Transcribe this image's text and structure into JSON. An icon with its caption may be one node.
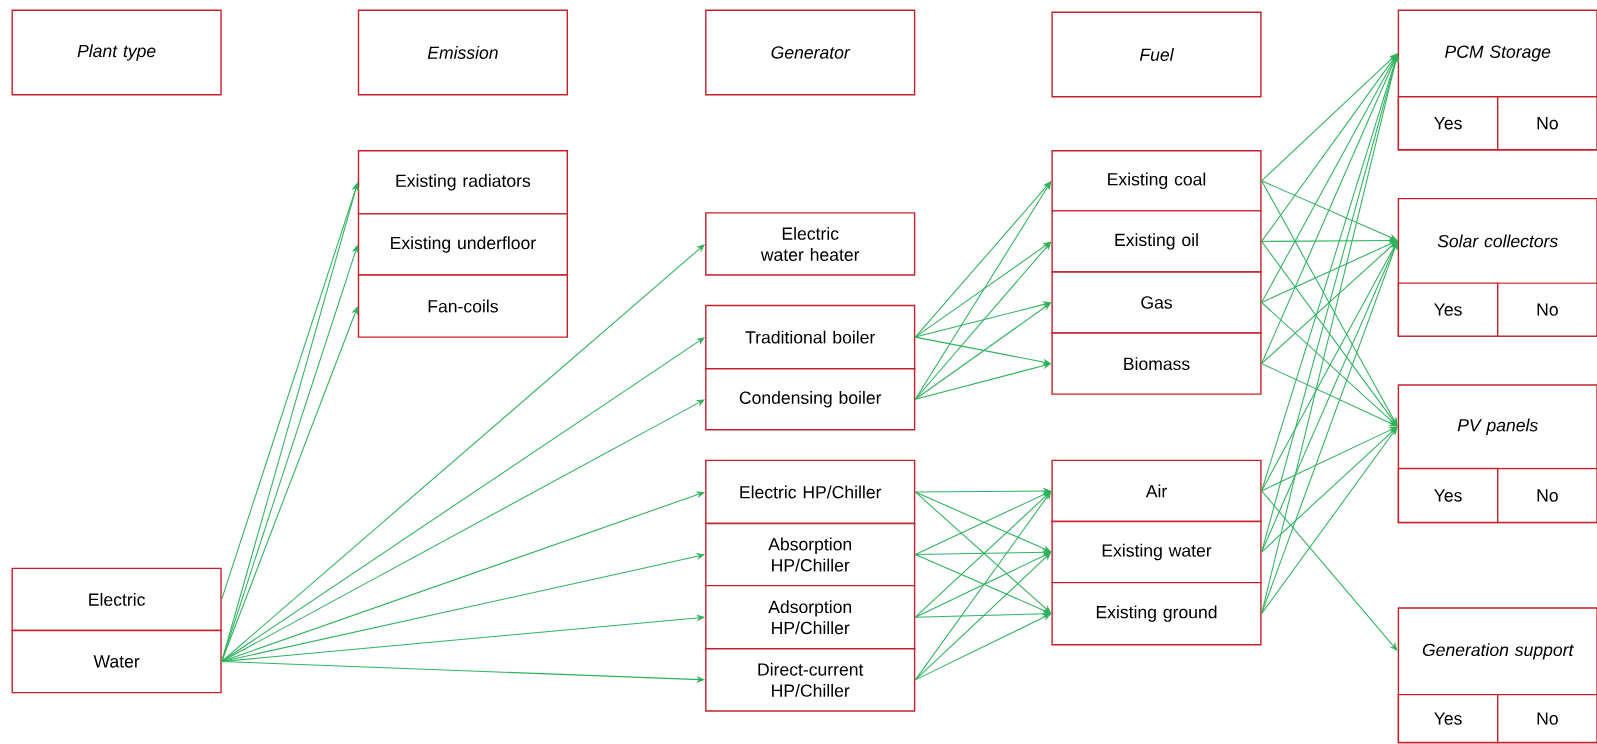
{
  "diagram": {
    "nodes": [
      {
        "text": [
          "Plant type"
        ]
      },
      {
        "text": [
          "Emission"
        ]
      },
      {
        "text": [
          "Generator"
        ]
      },
      {
        "text": [
          "Fuel"
        ]
      },
      {
        "text": [
          "PCM Storage"
        ]
      },
      {
        "text": [
          "Yes"
        ],
        "in": 4
      },
      {
        "text": [
          "No"
        ],
        "in": 4
      },
      {
        "text": [
          "Electric"
        ]
      },
      {
        "text": [
          "Water"
        ]
      },
      {
        "text": [
          "Existing radiators"
        ]
      },
      {
        "text": [
          "Existing underfloor"
        ]
      },
      {
        "text": [
          "Fan-coils"
        ]
      },
      {
        "text": [
          "Electric water heater"
        ]
      },
      {
        "text": [
          "Traditional boiler"
        ]
      },
      {
        "text": [
          "Condensing boiler"
        ]
      },
      {
        "text": [
          "Electric HP/Chiller"
        ]
      },
      {
        "text": [
          "Absorption HP/Chiller"
        ]
      },
      {
        "text": [
          "Adsorption HP/Chiller"
        ]
      },
      {
        "text": [
          "Direct-current HP/Chiller"
        ]
      },
      {
        "text": [
          "Existing coal"
        ]
      },
      {
        "text": [
          "Existing oil"
        ]
      },
      {
        "text": [
          "Gas"
        ]
      },
      {
        "text": [
          "Biomass"
        ]
      },
      {
        "text": [
          "Air"
        ]
      },
      {
        "text": [
          "Existing water"
        ]
      },
      {
        "text": [
          "Existing ground"
        ]
      },
      {
        "text": [
          "Solar collectors"
        ]
      },
      {
        "text": [
          "Yes"
        ],
        "in": 26
      },
      {
        "text": [
          "No"
        ],
        "in": 26
      },
      {
        "text": [
          "PV panels"
        ]
      },
      {
        "text": [
          "Yes"
        ],
        "in": 29
      },
      {
        "text": [
          "No"
        ],
        "in": 29
      },
      {
        "text": [
          "Generation support"
        ]
      },
      {
        "text": [
          "Yes"
        ],
        "in": 32
      },
      {
        "text": [
          "No"
        ],
        "in": 32
      }
    ],
    "edges": [
      {
        "from": 7,
        "to": 9,
        "arrow": "to"
      },
      {
        "from": 8,
        "to": 9,
        "arrow": "to"
      },
      {
        "from": 8,
        "to": 10,
        "arrow": "to"
      },
      {
        "from": 8,
        "to": 11,
        "arrow": "to"
      },
      {
        "from": 8,
        "to": 12,
        "arrow": "to"
      },
      {
        "from": 8,
        "to": 13,
        "arrow": "to"
      },
      {
        "from": 8,
        "to": 14,
        "arrow": "to"
      },
      {
        "from": 8,
        "to": 15,
        "arrow": "to"
      },
      {
        "from": 8,
        "to": 16,
        "arrow": "to"
      },
      {
        "from": 8,
        "to": 17,
        "arrow": "to"
      },
      {
        "from": 8,
        "to": 18,
        "arrow": "to"
      },
      {
        "from": 13,
        "to": 19,
        "arrow": "to"
      },
      {
        "from": 13,
        "to": 20,
        "arrow": "to"
      },
      {
        "from": 13,
        "to": 21,
        "arrow": "to"
      },
      {
        "from": 13,
        "to": 22,
        "arrow": "to"
      },
      {
        "from": 14,
        "to": 19,
        "arrow": "to"
      },
      {
        "from": 14,
        "to": 20,
        "arrow": "to"
      },
      {
        "from": 14,
        "to": 21,
        "arrow": "to"
      },
      {
        "from": 14,
        "to": 22,
        "arrow": "to"
      },
      {
        "from": 15,
        "to": 23,
        "arrow": "to"
      },
      {
        "from": 15,
        "to": 24,
        "arrow": "to"
      },
      {
        "from": 15,
        "to": 25,
        "arrow": "to"
      },
      {
        "from": 16,
        "to": 23,
        "arrow": "to"
      },
      {
        "from": 16,
        "to": 24,
        "arrow": "to"
      },
      {
        "from": 16,
        "to": 25,
        "arrow": "to"
      },
      {
        "from": 17,
        "to": 23,
        "arrow": "to"
      },
      {
        "from": 17,
        "to": 24,
        "arrow": "to"
      },
      {
        "from": 17,
        "to": 25,
        "arrow": "to"
      },
      {
        "from": 18,
        "to": 23,
        "arrow": "to"
      },
      {
        "from": 18,
        "to": 24,
        "arrow": "to"
      },
      {
        "from": 18,
        "to": 25,
        "arrow": "to"
      },
      {
        "from": 19,
        "to": 4,
        "arrow": "to"
      },
      {
        "from": 19,
        "to": 26,
        "arrow": "to"
      },
      {
        "from": 19,
        "to": 29,
        "arrow": "to"
      },
      {
        "from": 20,
        "to": 4,
        "arrow": "to"
      },
      {
        "from": 20,
        "to": 26,
        "arrow": "to"
      },
      {
        "from": 20,
        "to": 29,
        "arrow": "to"
      },
      {
        "from": 21,
        "to": 4,
        "arrow": "to"
      },
      {
        "from": 21,
        "to": 26,
        "arrow": "to"
      },
      {
        "from": 21,
        "to": 29,
        "arrow": "to"
      },
      {
        "from": 22,
        "to": 4,
        "arrow": "to"
      },
      {
        "from": 22,
        "to": 26,
        "arrow": "to"
      },
      {
        "from": 22,
        "to": 29,
        "arrow": "to"
      },
      {
        "from": 23,
        "to": 4,
        "arrow": "to"
      },
      {
        "from": 23,
        "to": 26,
        "arrow": "to"
      },
      {
        "from": 23,
        "to": 29,
        "arrow": "to"
      },
      {
        "from": 23,
        "to": 32,
        "arrow": "to"
      },
      {
        "from": 24,
        "to": 4,
        "arrow": "to"
      },
      {
        "from": 24,
        "to": 26,
        "arrow": "to"
      },
      {
        "from": 24,
        "to": 29,
        "arrow": "to"
      },
      {
        "from": 25,
        "to": 4,
        "arrow": "to"
      },
      {
        "from": 25,
        "to": 26,
        "arrow": "to"
      },
      {
        "from": 25,
        "to": 29,
        "arrow": "to"
      }
    ]
  }
}
